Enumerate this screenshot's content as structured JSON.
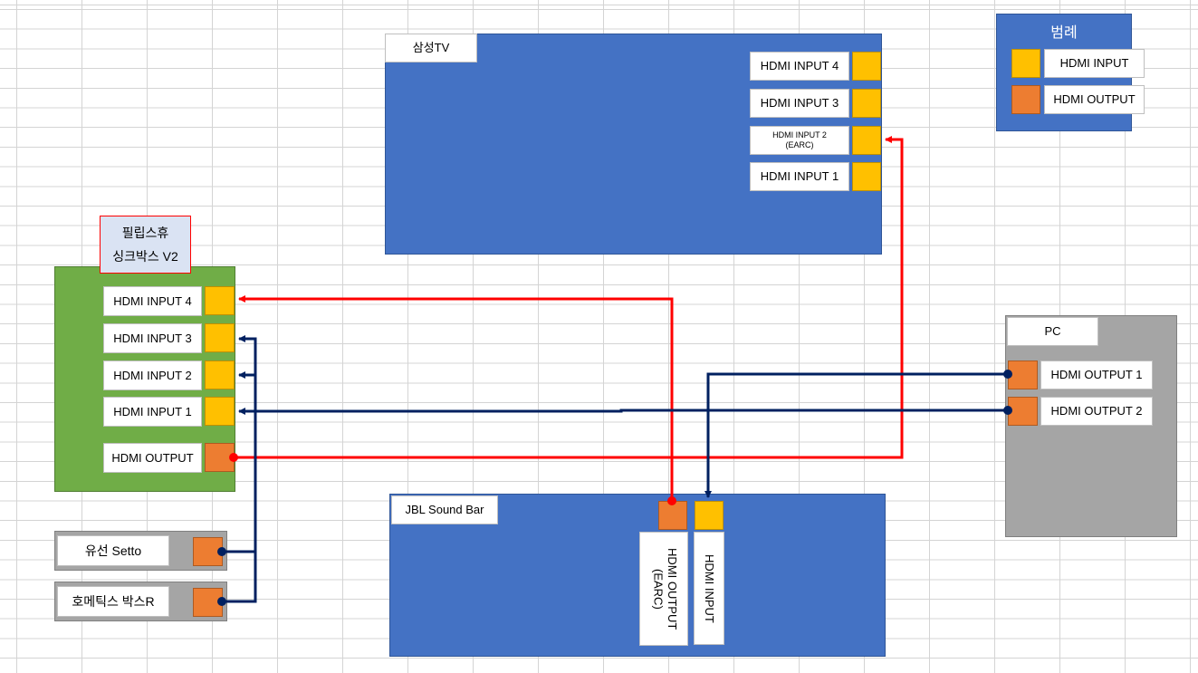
{
  "tv": {
    "title": "삼성TV",
    "ports": [
      "HDMI INPUT 4",
      "HDMI INPUT 3",
      "HDMI INPUT 2\n(EARC)",
      "HDMI INPUT 1"
    ]
  },
  "legend": {
    "title": "범례",
    "input": "HDMI INPUT",
    "output": "HDMI OUTPUT"
  },
  "philips": {
    "title_line1": "필립스휴",
    "title_line2": "싱크박스 V2",
    "ports": [
      "HDMI INPUT 4",
      "HDMI INPUT 3",
      "HDMI INPUT 2",
      "HDMI INPUT 1",
      "HDMI OUTPUT"
    ]
  },
  "setto": {
    "title": "유선 Setto"
  },
  "homatics": {
    "title": "호메틱스 박스R"
  },
  "soundbar": {
    "title": "JBL Sound Bar",
    "output": "HDMI OUTPUT (EARC)",
    "input": "HDMI INPUT"
  },
  "pc": {
    "title": "PC",
    "ports": [
      "HDMI OUTPUT 1",
      "HDMI OUTPUT 2"
    ]
  },
  "colors": {
    "input": "#FFC000",
    "output": "#ED7D31",
    "earc_line": "#FF0000",
    "hdmi_line": "#002060"
  }
}
